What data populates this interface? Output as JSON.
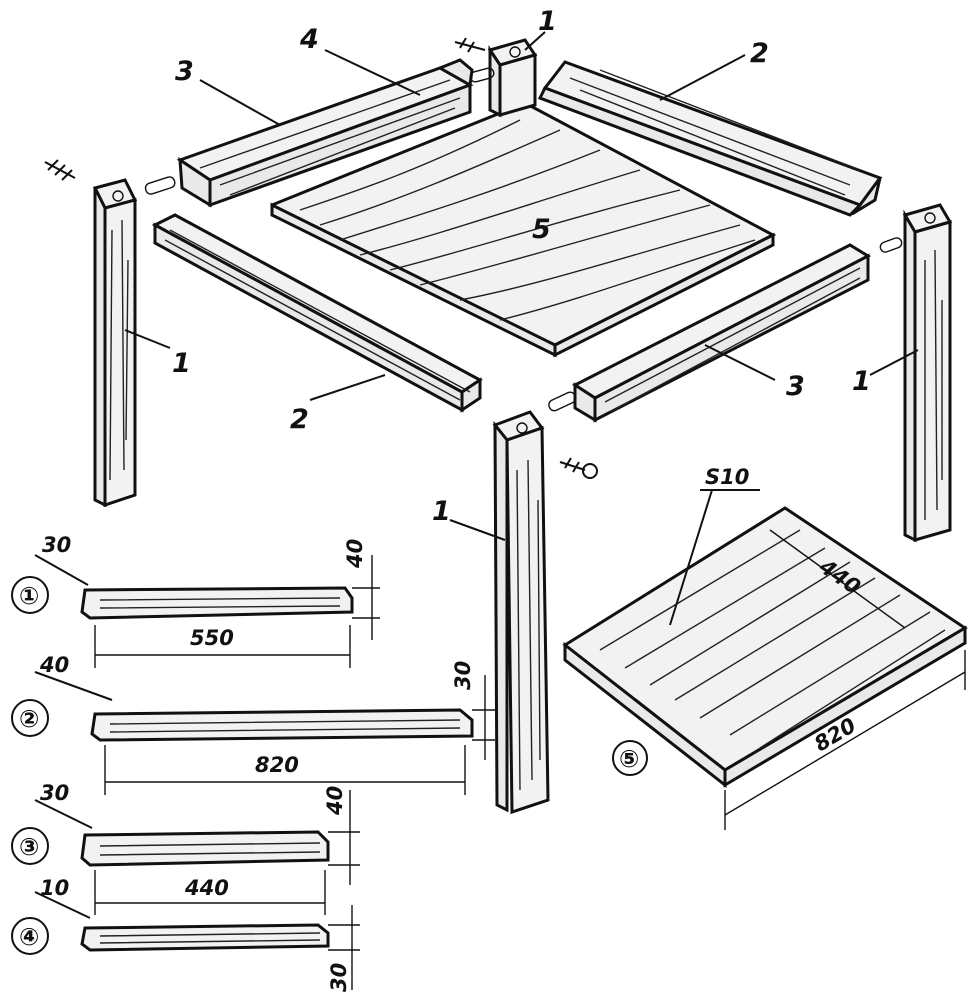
{
  "labels": {
    "leg": "1",
    "long_rail": "2",
    "short_rail": "3",
    "cleat": "4",
    "top": "5"
  },
  "parts": [
    {
      "id": "①",
      "thickness": "30",
      "height": "40",
      "length": "550"
    },
    {
      "id": "②",
      "thickness": "40",
      "height": "30",
      "length": "820"
    },
    {
      "id": "③",
      "thickness": "30",
      "height": "40",
      "length": "440"
    },
    {
      "id": "④",
      "thickness": "10",
      "height": "30",
      "length": ""
    }
  ],
  "panel": {
    "id": "⑤",
    "thickness": "S10",
    "width": "440",
    "length": "820"
  },
  "colors": {
    "ink": "#111111",
    "paper": "#ffffff",
    "wood": "#f2f2f2"
  }
}
